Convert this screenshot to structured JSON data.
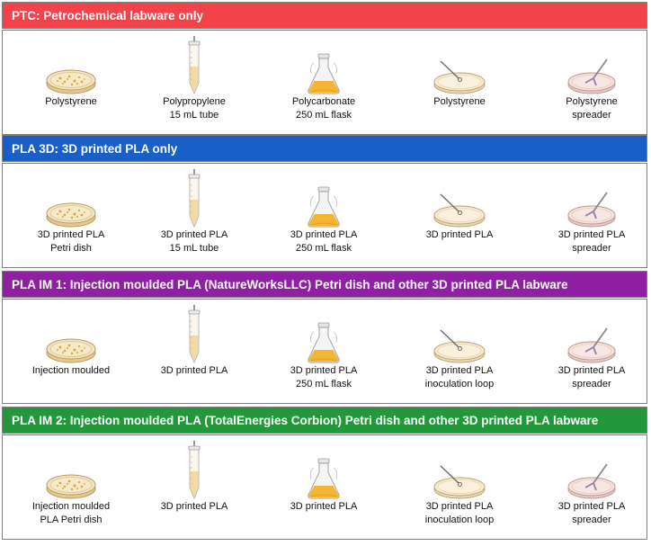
{
  "colors": {
    "ptc": "#f2434b",
    "pla3d": "#1a5fc8",
    "im1": "#8f1fa3",
    "im2": "#23983a"
  },
  "sections": [
    {
      "title": "PTC: Petrochemical labware only",
      "items": [
        {
          "icon": "petri-dish-colonies-icon",
          "lines": [
            "Polystyrene"
          ]
        },
        {
          "icon": "centrifuge-tube-icon",
          "lines": [
            "Polypropylene",
            "15 mL tube"
          ]
        },
        {
          "icon": "erlenmeyer-flask-icon",
          "lines": [
            "Polycarbonate",
            "250 mL flask"
          ]
        },
        {
          "icon": "inoculation-loop-dish-icon",
          "lines": [
            "Polystyrene"
          ]
        },
        {
          "icon": "spreader-dish-icon",
          "lines": [
            "Polystyrene",
            "spreader"
          ]
        }
      ]
    },
    {
      "title": "PLA 3D: 3D printed PLA only",
      "items": [
        {
          "icon": "petri-dish-colonies-icon",
          "lines": [
            "3D printed PLA",
            "Petri dish"
          ]
        },
        {
          "icon": "centrifuge-tube-icon",
          "lines": [
            "3D printed PLA",
            "15 mL tube"
          ]
        },
        {
          "icon": "erlenmeyer-flask-icon",
          "lines": [
            "3D printed PLA",
            "250 mL flask"
          ]
        },
        {
          "icon": "inoculation-loop-dish-icon",
          "lines": [
            "3D printed PLA"
          ]
        },
        {
          "icon": "spreader-dish-icon",
          "lines": [
            "3D printed PLA",
            "spreader"
          ]
        }
      ]
    },
    {
      "title": "PLA IM 1: Injection moulded PLA (NatureWorksLLC) Petri dish and other 3D printed PLA labware",
      "items": [
        {
          "icon": "petri-dish-colonies-icon",
          "lines": [
            "Injection moulded"
          ]
        },
        {
          "icon": "centrifuge-tube-icon",
          "lines": [
            "3D printed PLA"
          ]
        },
        {
          "icon": "erlenmeyer-flask-icon",
          "lines": [
            "3D printed PLA",
            "250 mL flask"
          ]
        },
        {
          "icon": "inoculation-loop-dish-icon",
          "lines": [
            "3D printed PLA",
            "inoculation loop"
          ]
        },
        {
          "icon": "spreader-dish-icon",
          "lines": [
            "3D printed PLA",
            "spreader"
          ]
        }
      ]
    },
    {
      "title": "PLA IM 2: Injection moulded PLA (TotalEnergies Corbion) Petri dish and other 3D printed PLA labware",
      "items": [
        {
          "icon": "petri-dish-colonies-icon",
          "lines": [
            "Injection moulded",
            "PLA Petri dish"
          ]
        },
        {
          "icon": "centrifuge-tube-icon",
          "lines": [
            "3D printed PLA"
          ]
        },
        {
          "icon": "erlenmeyer-flask-icon",
          "lines": [
            "3D printed PLA"
          ]
        },
        {
          "icon": "inoculation-loop-dish-icon",
          "lines": [
            "3D printed PLA",
            "inoculation loop"
          ]
        },
        {
          "icon": "spreader-dish-icon",
          "lines": [
            "3D printed PLA",
            "spreader"
          ]
        }
      ]
    }
  ]
}
